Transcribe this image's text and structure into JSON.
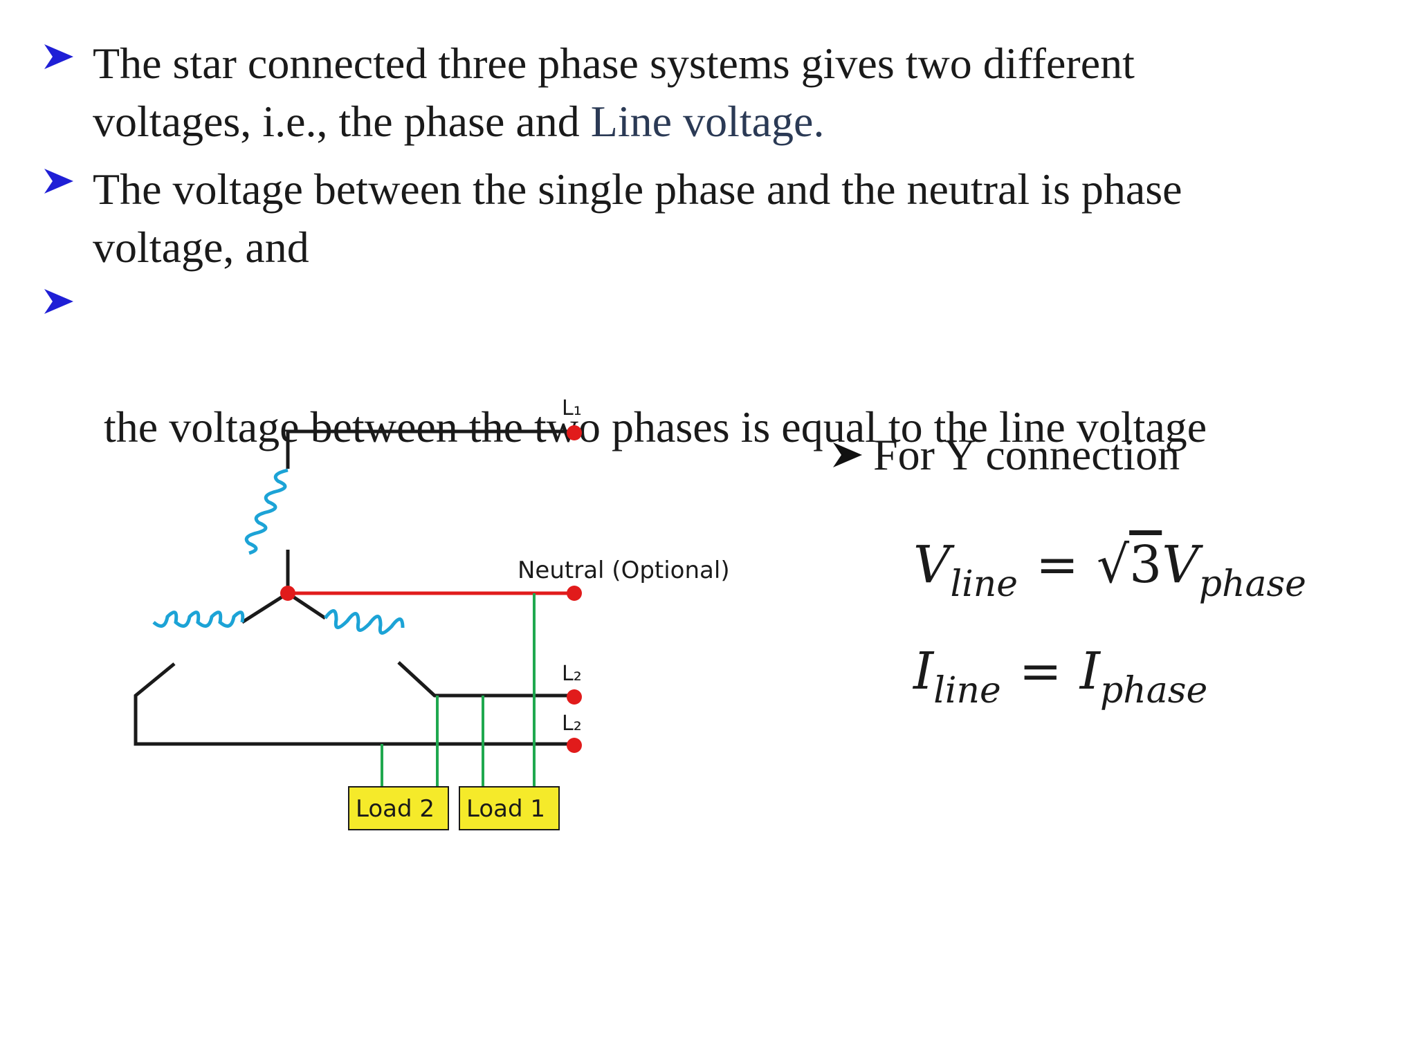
{
  "bullets": [
    {
      "line1": "The star connected three phase systems gives two different",
      "line2_a": "voltages, i.e., the phase and ",
      "line2_b": "Line voltage."
    },
    {
      "line1": "The voltage between the single phase and the neutral is phase",
      "line2": "voltage, and"
    },
    {
      "line1": " the voltage between the two phases is equal to the line voltage"
    }
  ],
  "right_section": {
    "heading": "For Y connection",
    "formula1": {
      "lhs_var": "V",
      "lhs_sub": "line",
      "eq": "=",
      "root": "√",
      "root_arg": "3",
      "rhs_var": "V",
      "rhs_sub": "phase"
    },
    "formula2": {
      "lhs_var": "I",
      "lhs_sub": "line",
      "eq": "=",
      "rhs_var": "I",
      "rhs_sub": "phase"
    }
  },
  "diagram": {
    "label_l1": "L₁",
    "label_l2a": "L₂",
    "label_l2b": "L₂",
    "label_neutral": "Neutral (Optional)",
    "label_load2": "Load 2",
    "label_load1": "Load 1"
  },
  "colors": {
    "arrow": "#1f1fd6",
    "wire_black": "#1a1a1a",
    "wire_red": "#e11b1b",
    "wire_green": "#1fa84f",
    "coil_blue": "#1ca3d6",
    "load_fill": "#f5ea2a",
    "node_red": "#e11b1b"
  }
}
